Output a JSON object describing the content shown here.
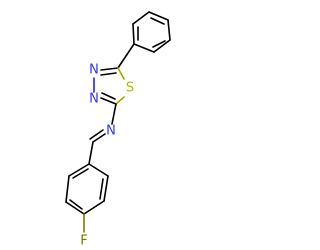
{
  "atoms": {
    "n_ring_upper": "N",
    "n_ring_lower": "N",
    "s_ring": "S",
    "n_imine": "N",
    "f_substituent": "F"
  },
  "colors": {
    "bond": "#000000",
    "nitrogen": "#3333ff",
    "sulfur": "#b3b300",
    "fluorine": "#7a7a00",
    "background": "#ffffff"
  }
}
